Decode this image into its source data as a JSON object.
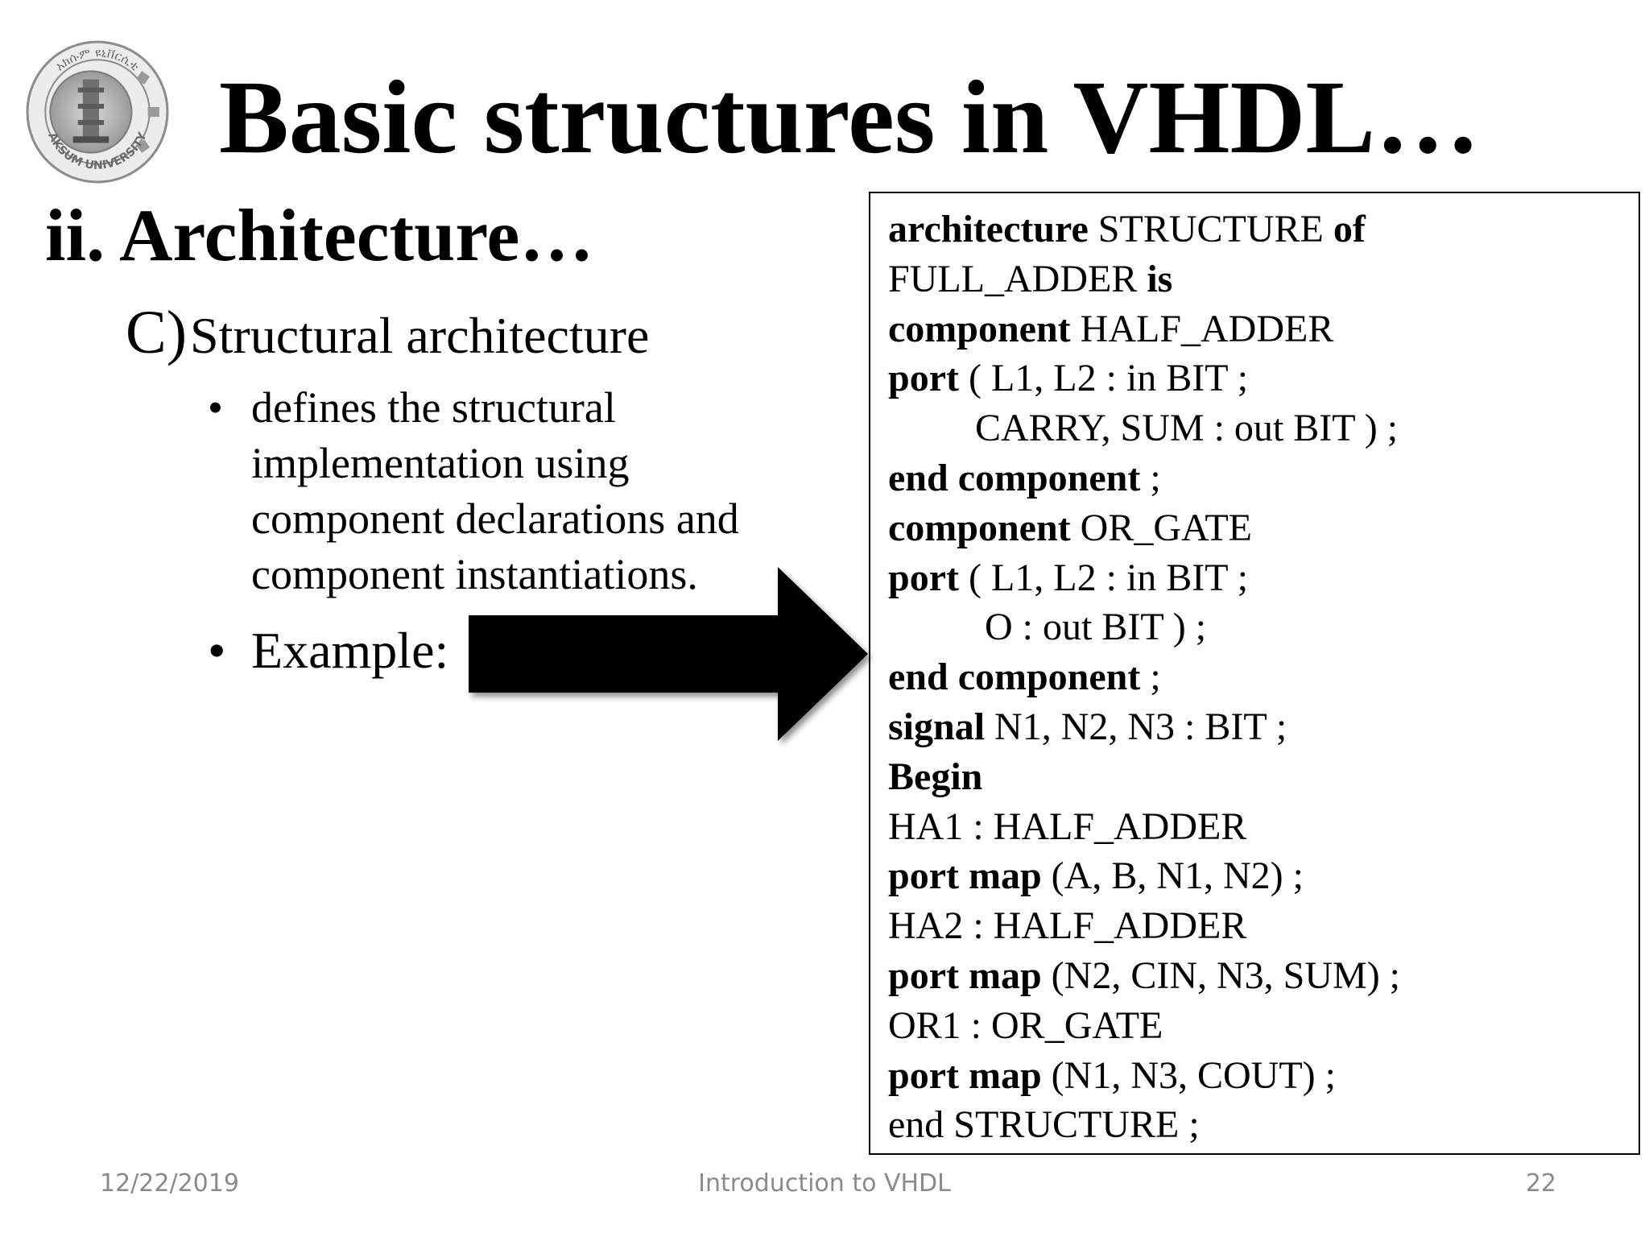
{
  "slide": {
    "title": "Basic structures in VHDL…",
    "heading": "ii. Architecture…",
    "sub_heading": {
      "letter": "C)",
      "text": "Structural architecture"
    },
    "bullets": [
      {
        "lines": [
          "defines the structural",
          "implementation using",
          "component declarations and",
          "component instantiations."
        ]
      },
      {
        "lines": [
          "Example:"
        ]
      }
    ],
    "bullet_symbol": "•",
    "logo": {
      "top_text": "አክሱም ዩኒቨርሲቲ",
      "bottom_text": "AKSUM UNIVERSITY",
      "icon": "university-seal-icon"
    },
    "arrow_icon": "right-arrow-icon"
  },
  "code": [
    [
      {
        "t": "architecture",
        "b": true
      },
      {
        "t": " STRUCTURE "
      },
      {
        "t": "of",
        "b": true
      }
    ],
    [
      {
        "t": "FULL_ADDER "
      },
      {
        "t": "is",
        "b": true
      }
    ],
    [
      {
        "t": "component",
        "b": true
      },
      {
        "t": " HALF_ADDER"
      }
    ],
    [
      {
        "t": "port",
        "b": true
      },
      {
        "t": " ( L1, L2 : in BIT ;"
      }
    ],
    [
      {
        "t": "         CARRY, SUM : out BIT ) ;"
      }
    ],
    [
      {
        "t": "end component",
        "b": true
      },
      {
        "t": " ;"
      }
    ],
    [
      {
        "t": "component",
        "b": true
      },
      {
        "t": " OR_GATE"
      }
    ],
    [
      {
        "t": "port",
        "b": true
      },
      {
        "t": " ( L1, L2 : in BIT ;"
      }
    ],
    [
      {
        "t": "          O : out BIT ) ;"
      }
    ],
    [
      {
        "t": "end component",
        "b": true
      },
      {
        "t": " ;"
      }
    ],
    [
      {
        "t": "signal",
        "b": true
      },
      {
        "t": " N1, N2, N3 : BIT ;"
      }
    ],
    [
      {
        "t": "Begin",
        "b": true
      }
    ],
    [
      {
        "t": "HA1 : HALF_ADDER"
      }
    ],
    [
      {
        "t": "port map",
        "b": true
      },
      {
        "t": " (A, B, N1, N2) ;"
      }
    ],
    [
      {
        "t": "HA2 : HALF_ADDER"
      }
    ],
    [
      {
        "t": "port map",
        "b": true
      },
      {
        "t": " (N2, CIN, N3, SUM) ;"
      }
    ],
    [
      {
        "t": "OR1 : OR_GATE"
      }
    ],
    [
      {
        "t": "port map",
        "b": true
      },
      {
        "t": " (N1, N3, COUT) ;"
      }
    ],
    [
      {
        "t": "end STRUCTURE ;"
      }
    ]
  ],
  "footer": {
    "date": "12/22/2019",
    "title": "Introduction to VHDL",
    "page": "22"
  }
}
